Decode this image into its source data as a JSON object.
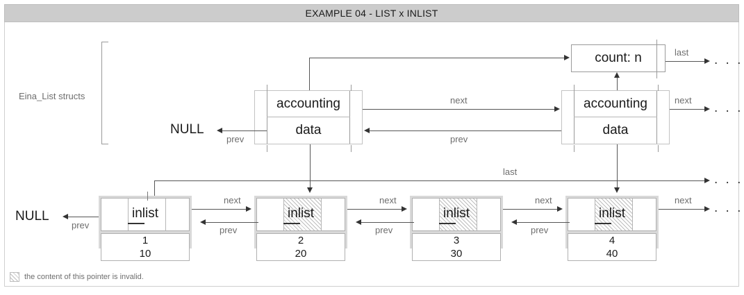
{
  "title": "EXAMPLE 04 - LIST x INLIST",
  "labels": {
    "eina_struct_group": "Eina_List structs",
    "null_top": "NULL",
    "null_bottom": "NULL",
    "ellipsis": ". . ."
  },
  "count_box": {
    "text": "count: n"
  },
  "list_structs": [
    {
      "name": "list-struct-1",
      "accounting": "accounting",
      "data": "data",
      "arrows": {
        "prev_left": "prev",
        "next_right": "next",
        "prev_in": "prev"
      }
    },
    {
      "name": "list-struct-2",
      "accounting": "accounting",
      "data": "data",
      "arrows": {
        "next_right": "next"
      }
    }
  ],
  "pointer_labels": {
    "last_top": "last",
    "last_mid": "last",
    "next": "next",
    "prev": "prev"
  },
  "inlist_nodes": [
    {
      "label": "inlist",
      "value_top": "1",
      "value_bottom": "10",
      "invalid": false,
      "next_label": "next",
      "prev_label": "prev"
    },
    {
      "label": "inlist",
      "value_top": "2",
      "value_bottom": "20",
      "invalid": true,
      "next_label": "next",
      "prev_label": "prev"
    },
    {
      "label": "inlist",
      "value_top": "3",
      "value_bottom": "30",
      "invalid": true,
      "next_label": "next",
      "prev_label": "prev"
    },
    {
      "label": "inlist",
      "value_top": "4",
      "value_bottom": "40",
      "invalid": true,
      "next_label": "next",
      "prev_label": "prev"
    }
  ],
  "legend": {
    "text": "the content of this pointer is invalid."
  },
  "colors": {
    "title_bg": "#cccccc",
    "line": "#555555",
    "line_light": "#9a9a9a",
    "node_frame": "#d9d9d9",
    "label_text": "#6d6d6d",
    "hatch": "#bdbdbd"
  }
}
